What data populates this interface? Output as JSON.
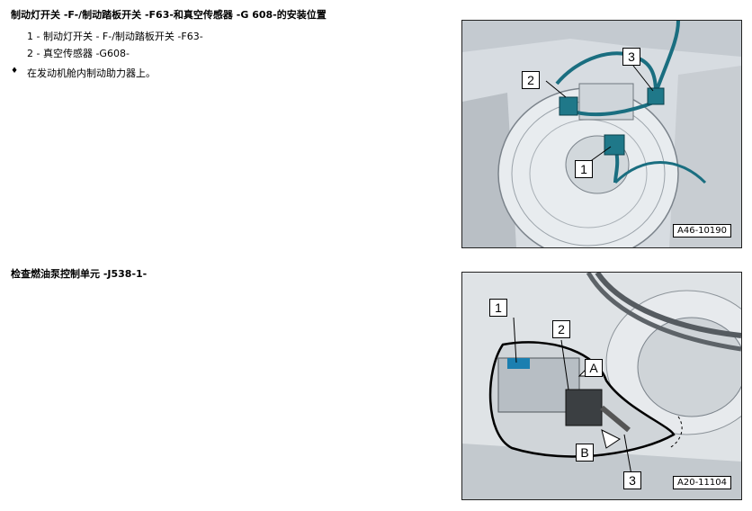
{
  "section1": {
    "title": "制动灯开关 -F-/制动踏板开关 -F63-和真空传感器 -G 608-的安装位置",
    "items": [
      {
        "num": "1 -",
        "text": "制动灯开关 - F-/制动踏板开关 -F63-"
      },
      {
        "num": "2 -",
        "text": "真空传感器 -G608-"
      }
    ],
    "note_bullet": "♦",
    "note": "在发动机舱内制动助力器上。",
    "figure": {
      "code": "A46-10190",
      "callouts": [
        "1",
        "2",
        "3"
      ]
    }
  },
  "section2": {
    "title": "检查燃油泵控制单元 -J538-1-",
    "figure": {
      "code": "A20-11104",
      "callouts": [
        "1",
        "2",
        "A",
        "B",
        "3"
      ]
    }
  }
}
